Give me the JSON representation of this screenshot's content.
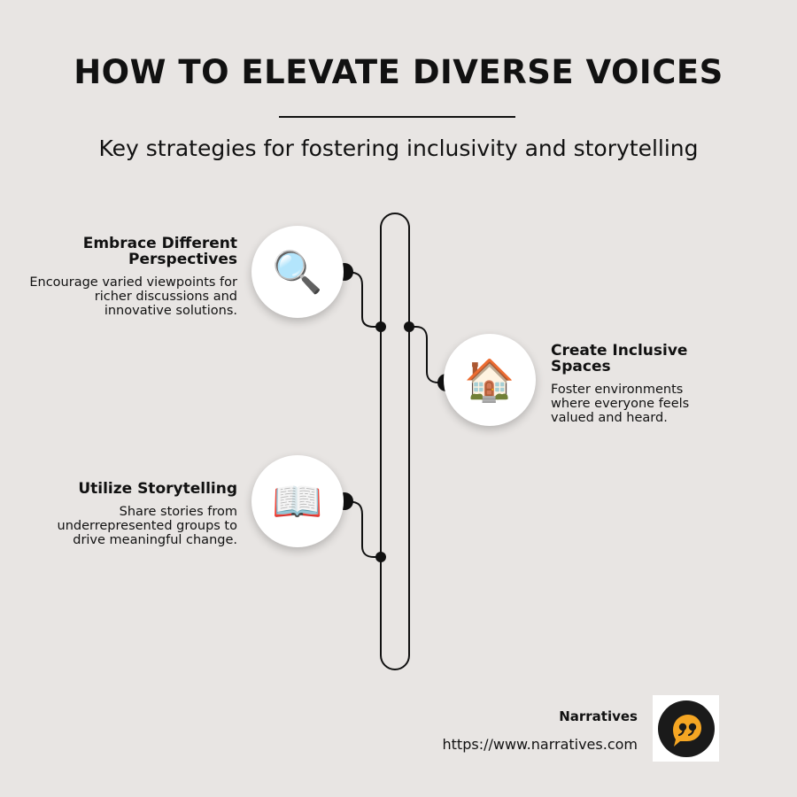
{
  "header": {
    "title": "HOW TO ELEVATE DIVERSE VOICES",
    "subtitle": "Key strategies for fostering inclusivity and storytelling"
  },
  "items": [
    {
      "title": "Embrace Different Perspectives",
      "description": "Encourage varied viewpoints for richer discussions and innovative solutions.",
      "icon": "magnifying-glass-icon",
      "glyph": "🔍"
    },
    {
      "title": "Create Inclusive Spaces",
      "description": "Foster environments where everyone feels valued and heard.",
      "icon": "house-icon",
      "glyph": "🏠"
    },
    {
      "title": "Utilize Storytelling",
      "description": "Share stories from underrepresented groups to drive meaningful change.",
      "icon": "open-book-icon",
      "glyph": "📖"
    }
  ],
  "footer": {
    "name": "Narratives",
    "url": "https://www.narratives.com",
    "logo_icon": "speech-bubble-logo-icon"
  },
  "colors": {
    "background": "#e8e5e3",
    "ink": "#111111",
    "logo_orange": "#f5a623",
    "logo_dark": "#1a1a1a"
  }
}
